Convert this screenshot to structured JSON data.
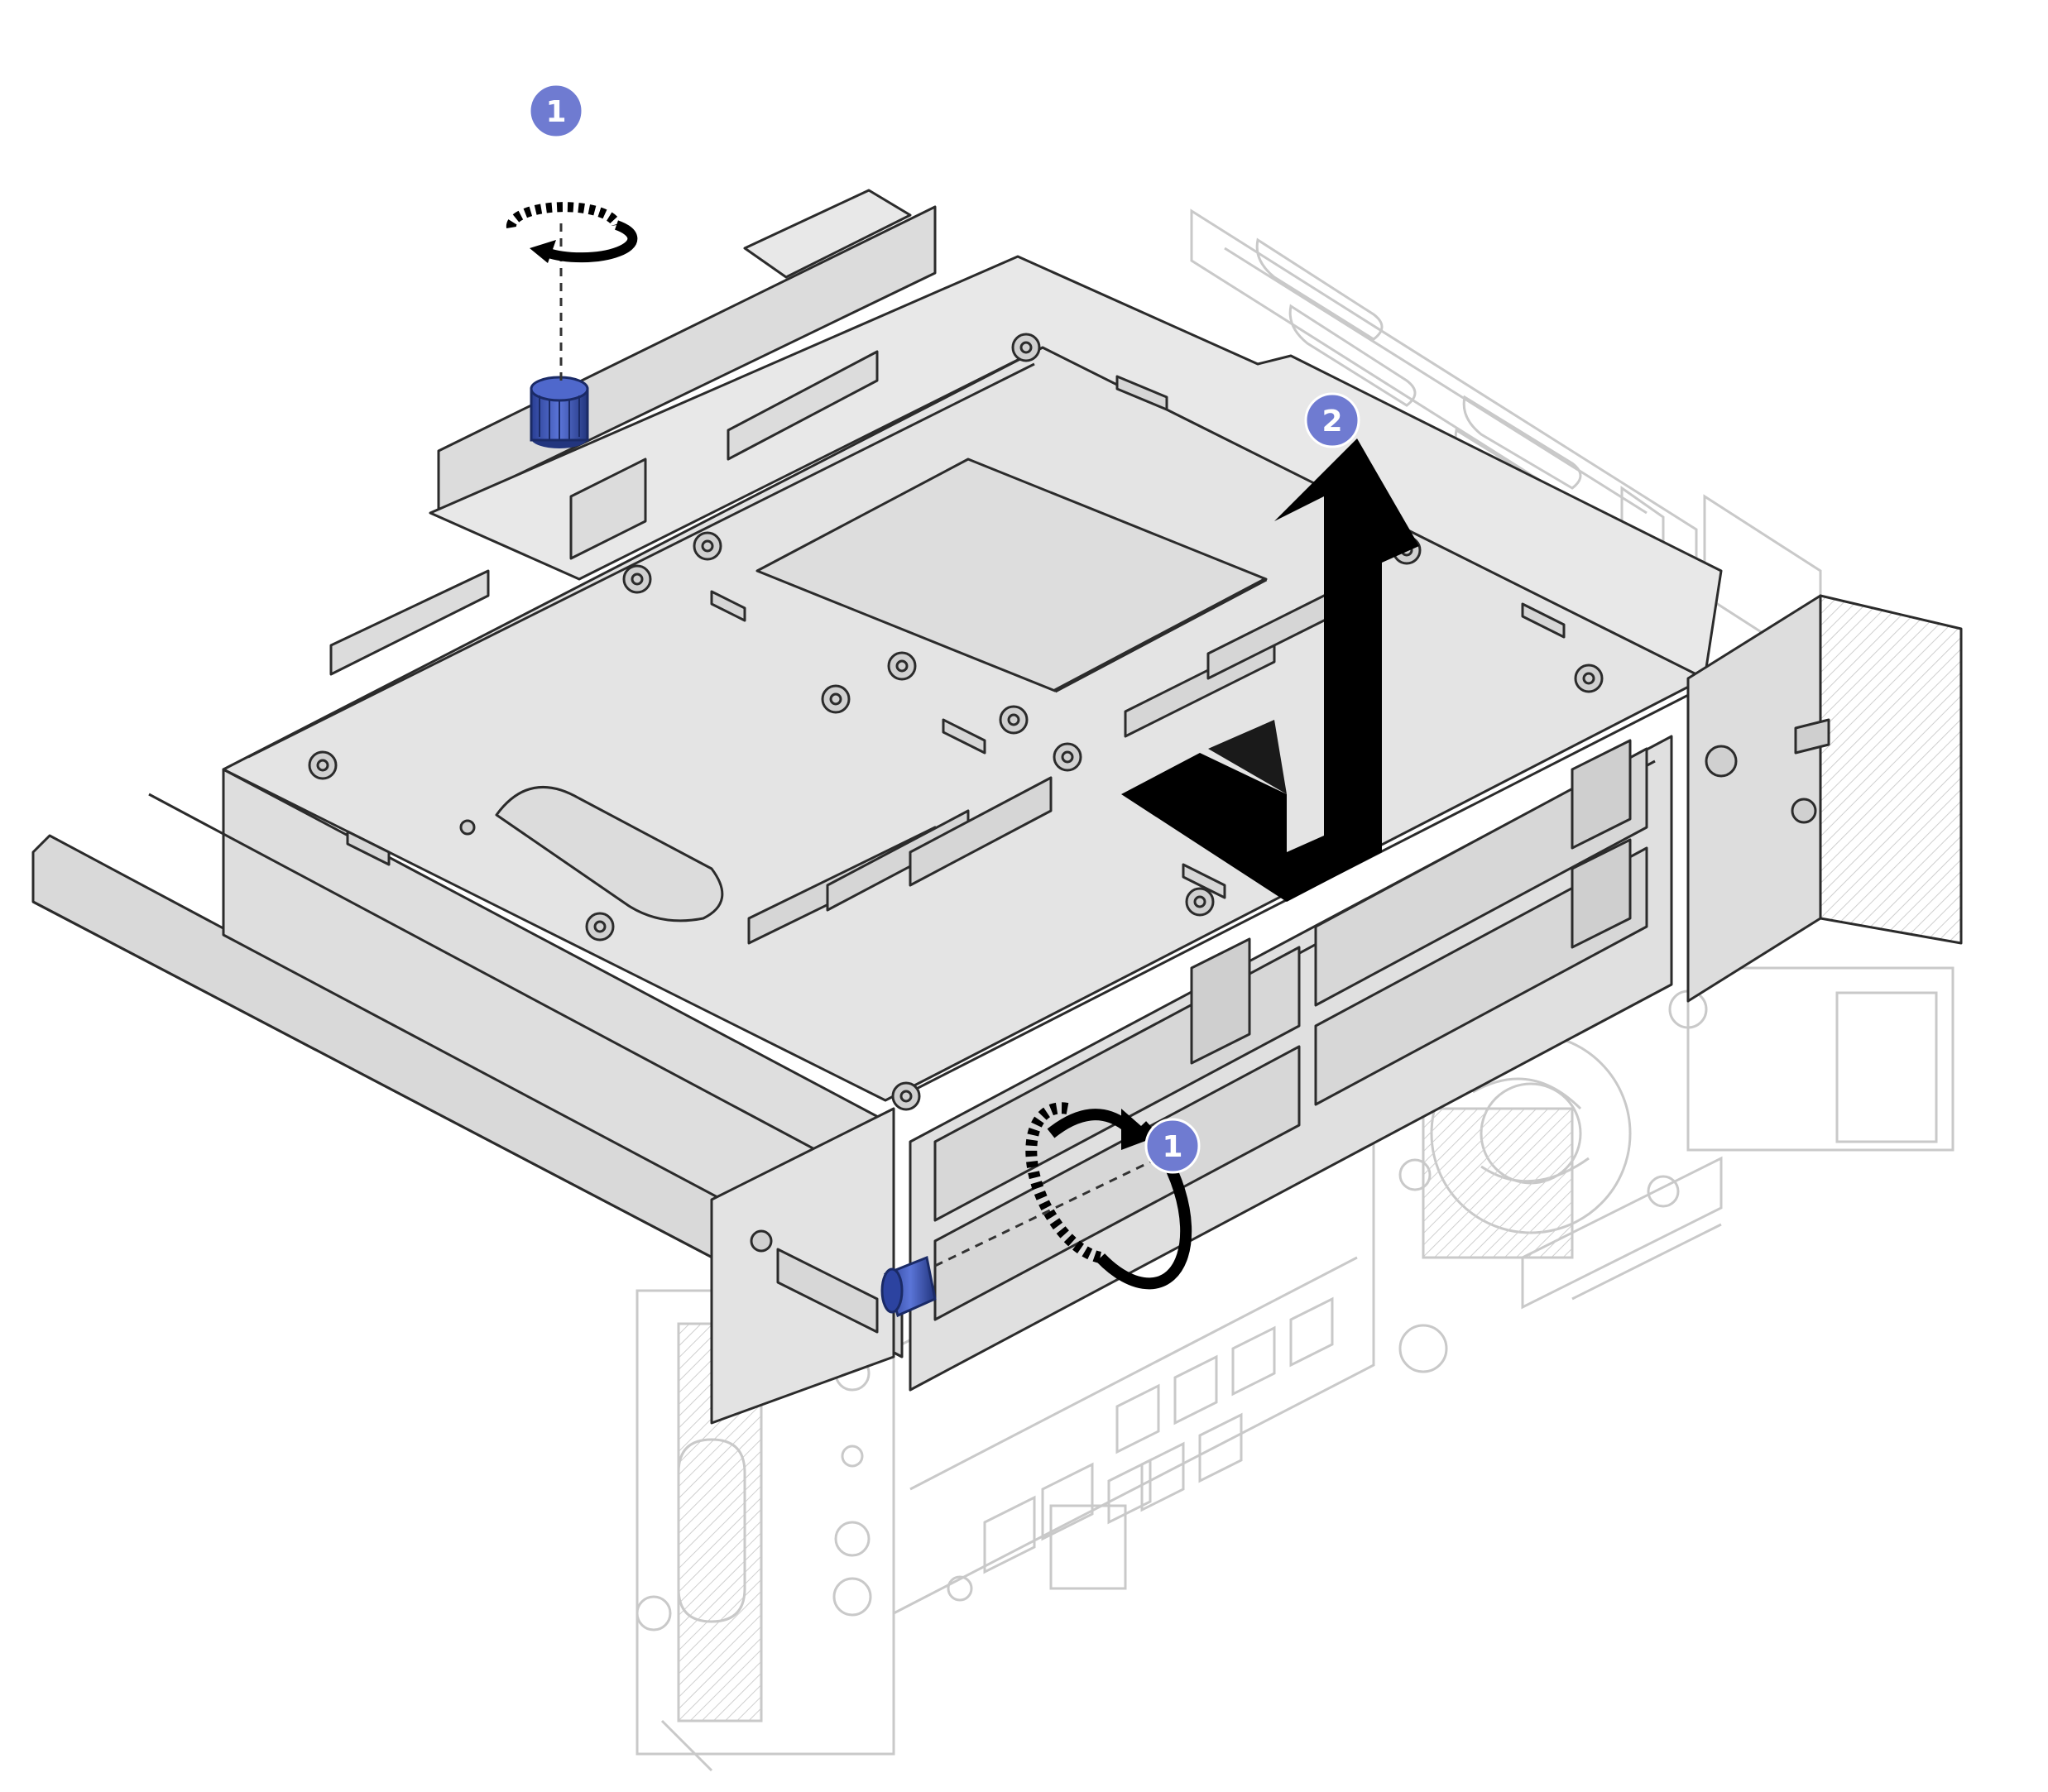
{
  "callouts": [
    {
      "id": "step-1-top",
      "label": "1"
    },
    {
      "id": "step-1-front",
      "label": "1"
    },
    {
      "id": "step-2",
      "label": "2"
    }
  ],
  "icons": {
    "rotate_ccw_vertical": "rotate-counterclockwise-icon",
    "rotate_front_horizontal": "rotate-front-icon",
    "lift_arrow": "lift-up-arrow-icon"
  },
  "colors": {
    "callout": "#6f7bd1",
    "thumbscrew": "#3b55b5",
    "cage_fill": "#e4e4e4",
    "cage_stroke": "#2b2b2b",
    "chassis_ghost": "#c9c9c9",
    "arrow": "#000000"
  }
}
